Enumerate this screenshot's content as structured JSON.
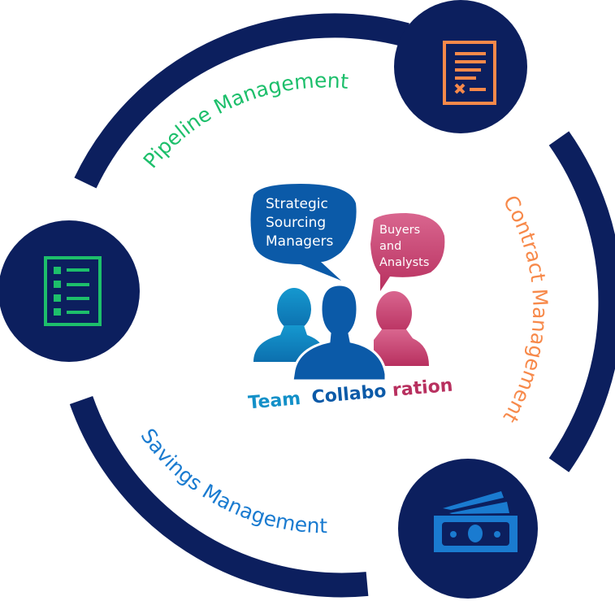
{
  "segments": {
    "pipeline": {
      "label": "Pipeline Management",
      "color": "#1dbf6b"
    },
    "contract": {
      "label": "Contract Management",
      "color": "#f7894a"
    },
    "savings": {
      "label": "Savings Management",
      "color": "#1a7bd0"
    }
  },
  "icons": {
    "contract_icon": "document-sign-icon",
    "pipeline_icon": "checklist-icon",
    "savings_icon": "money-bills-icon"
  },
  "center": {
    "bubble_left": [
      "Strategic",
      "Sourcing",
      "Managers"
    ],
    "bubble_right": [
      "Buyers",
      "and",
      "Analysts"
    ],
    "caption_part1": "Team",
    "caption_part2": "Collabo",
    "caption_part3": "ration"
  },
  "colors": {
    "ring": "#0c1f5e",
    "dark_blue": "#0b5aa8",
    "light_blue": "#1390c8",
    "pink": "#cc4d84"
  }
}
